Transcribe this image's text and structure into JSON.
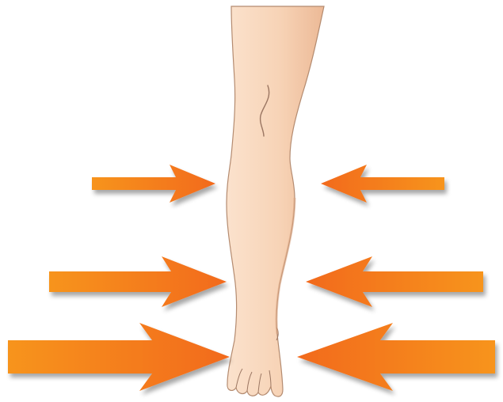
{
  "illustration": {
    "subject": "leg-icon",
    "arrow_color_light": "#f7931e",
    "arrow_color_dark": "#f26522",
    "skin_color": "#f9d7bd",
    "skin_shadow": "#e8b898",
    "outline_color": "#b98f74",
    "arrow_rows": [
      {
        "level": "upper",
        "direction_left_side": "pointing-right",
        "direction_right_side": "pointing-left"
      },
      {
        "level": "middle",
        "direction_left_side": "pointing-right",
        "direction_right_side": "pointing-left"
      },
      {
        "level": "lower",
        "direction_left_side": "pointing-right",
        "direction_right_side": "pointing-left"
      }
    ]
  }
}
